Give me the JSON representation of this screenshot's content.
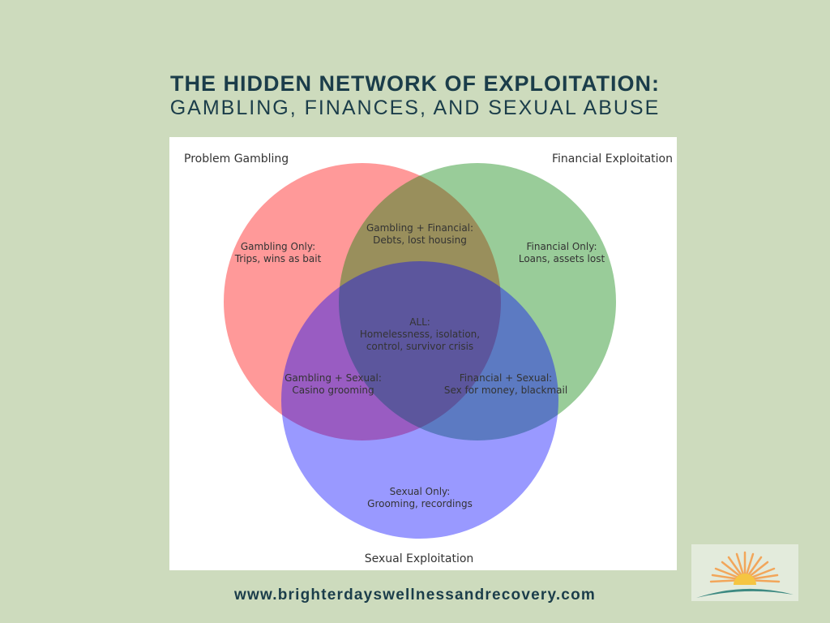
{
  "title": {
    "line1": "THE HIDDEN NETWORK OF EXPLOITATION:",
    "line2": "GAMBLING, FINANCES, AND SEXUAL ABUSE"
  },
  "venn": {
    "sets": [
      {
        "name": "Problem Gambling",
        "color": "#ff0000"
      },
      {
        "name": "Financial Exploitation",
        "color": "#008000"
      },
      {
        "name": "Sexual Exploitation",
        "color": "#0000ff"
      }
    ],
    "regions": {
      "gambling_only": [
        "Gambling Only:",
        "Trips, wins as bait"
      ],
      "financial_only": [
        "Financial Only:",
        "Loans, assets lost"
      ],
      "sexual_only": [
        "Sexual Only:",
        "Grooming, recordings"
      ],
      "gambling_financial": [
        "Gambling + Financial:",
        "Debts, lost housing"
      ],
      "gambling_sexual": [
        "Gambling + Sexual:",
        "Casino grooming"
      ],
      "financial_sexual": [
        "Financial + Sexual:",
        "Sex for money, blackmail"
      ],
      "all": [
        "ALL:",
        "Homelessness, isolation,",
        "control, survivor crisis"
      ]
    }
  },
  "footer": {
    "url": "www.brighterdayswellnessandrecovery.com"
  }
}
